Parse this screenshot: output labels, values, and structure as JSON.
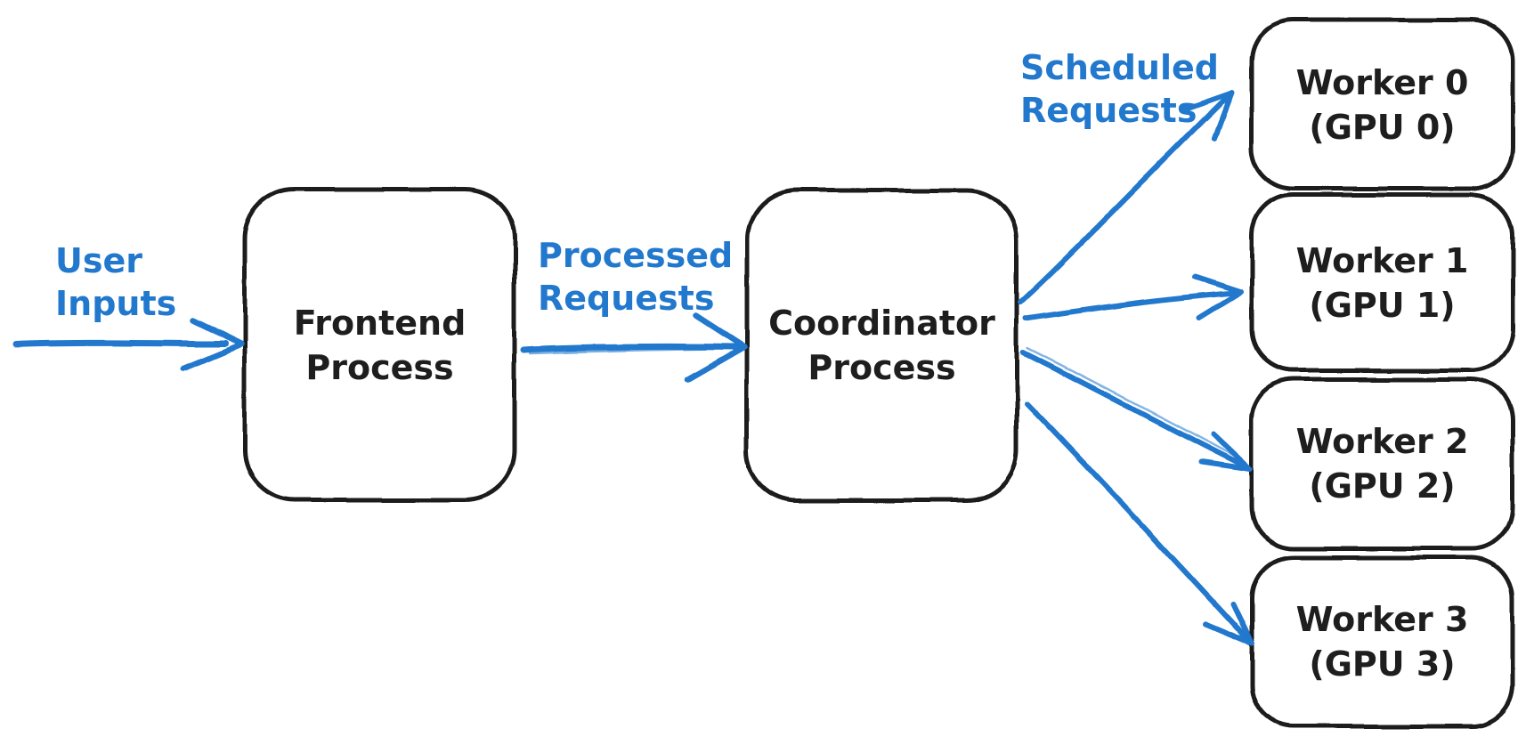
{
  "colors": {
    "background": "#ffffff",
    "ink": "#1e1e1e",
    "accent": "#2178cd"
  },
  "nodes": {
    "frontend": {
      "line1": "Frontend",
      "line2": "Process"
    },
    "coordinator": {
      "line1": "Coordinator",
      "line2": "Process"
    },
    "worker0": {
      "line1": "Worker 0",
      "line2": "(GPU 0)"
    },
    "worker1": {
      "line1": "Worker 1",
      "line2": "(GPU 1)"
    },
    "worker2": {
      "line1": "Worker 2",
      "line2": "(GPU 2)"
    },
    "worker3": {
      "line1": "Worker 3",
      "line2": "(GPU 3)"
    }
  },
  "edge_labels": {
    "user_inputs": {
      "line1": "User",
      "line2": "Inputs"
    },
    "processed_requests": {
      "line1": "Processed",
      "line2": "Requests"
    },
    "scheduled_requests": {
      "line1": "Scheduled",
      "line2": "Requests"
    }
  }
}
